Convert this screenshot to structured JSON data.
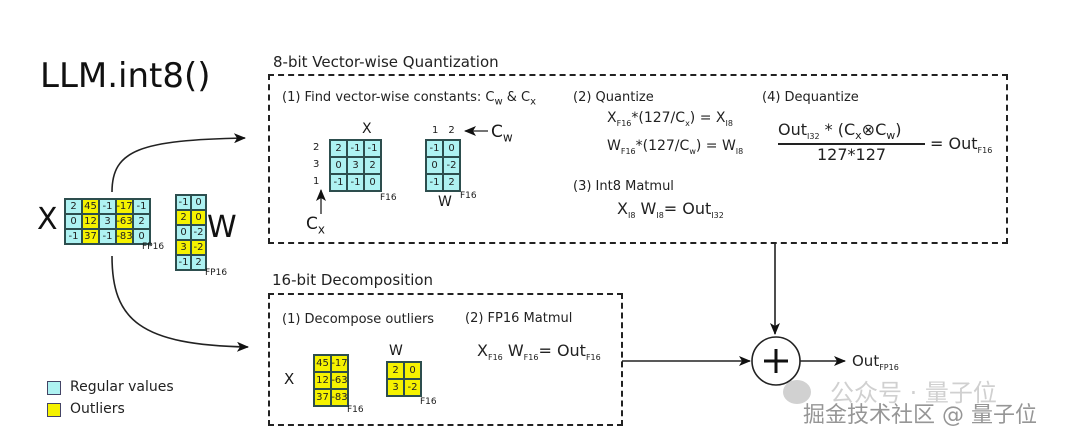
{
  "title": "LLM.int8()",
  "colors": {
    "regular": "#aef2f2",
    "outlier": "#f5f200",
    "line": "#222222"
  },
  "input": {
    "x_label": "X",
    "x_dtype": "FP16",
    "x_matrix": [
      [
        "2",
        "45",
        "-1",
        "-17",
        "-1"
      ],
      [
        "0",
        "12",
        "3",
        "-63",
        "2"
      ],
      [
        "-1",
        "37",
        "-1",
        "-83",
        "0"
      ]
    ],
    "x_outlier_cols": [
      1,
      3
    ],
    "w_label": "W",
    "w_dtype": "FP16",
    "w_matrix": [
      [
        "-1",
        "0"
      ],
      [
        "2",
        "0"
      ],
      [
        "0",
        "-2"
      ],
      [
        "3",
        "-2"
      ],
      [
        "-1",
        "2"
      ]
    ],
    "w_outlier_rows": [
      1,
      3
    ]
  },
  "vector_quant": {
    "section_title": "8-bit Vector-wise Quantization",
    "step1": {
      "label": "(1) Find vector-wise constants: C",
      "sub_w": "w",
      "amp": " & C",
      "sub_x": "x",
      "x_label": "X",
      "x_dtype": "F16",
      "x_matrix": [
        [
          "2",
          "-1",
          "-1"
        ],
        [
          "0",
          "3",
          "2"
        ],
        [
          "-1",
          "-1",
          "0"
        ]
      ],
      "cx_values": [
        "2",
        "3",
        "1"
      ],
      "cx_label": "C",
      "cx_sub": "x",
      "w_label": "W",
      "w_dtype": "F16",
      "w_matrix": [
        [
          "-1",
          "0"
        ],
        [
          "0",
          "-2"
        ],
        [
          "-1",
          "2"
        ]
      ],
      "cw_values": [
        "1",
        "2"
      ],
      "cw_label": "C",
      "cw_sub": "w"
    },
    "step2": {
      "label": "(2) Quantize",
      "eq1": {
        "a": "X",
        "a_sub": "F16",
        "mid": "*(127/C",
        "mid_sub": "x",
        "end": ") = X",
        "end_sub": "I8"
      },
      "eq2": {
        "a": "W",
        "a_sub": "F16",
        "mid": "*(127/C",
        "mid_sub": "w",
        "end": ") = W",
        "end_sub": "I8"
      }
    },
    "step3": {
      "label": "(3) Int8 Matmul",
      "eq": {
        "a": "X",
        "a_sub": "I8",
        "b": "W",
        "b_sub": "I8",
        "end": "= Out",
        "end_sub": "I32"
      }
    },
    "step4": {
      "label": "(4) Dequantize",
      "num": {
        "a": "Out",
        "a_sub": "I32",
        "mid": "* (C",
        "cx_sub": "x",
        "op": "⊗",
        "cw": "C",
        "cw_sub": "w",
        "close": ")"
      },
      "den": "127*127",
      "rhs": "= Out",
      "rhs_sub": "F16"
    }
  },
  "decomp": {
    "section_title": "16-bit Decomposition",
    "step1": {
      "label": "(1) Decompose outliers",
      "x_label": "X",
      "x_dtype": "F16",
      "x_matrix": [
        [
          "45",
          "-17"
        ],
        [
          "12",
          "-63"
        ],
        [
          "37",
          "-83"
        ]
      ],
      "w_label": "W",
      "w_dtype": "F16",
      "w_matrix": [
        [
          "2",
          "0"
        ],
        [
          "3",
          "-2"
        ]
      ]
    },
    "step2": {
      "label": "(2) FP16 Matmul",
      "eq": {
        "a": "X",
        "a_sub": "F16",
        "b": "W",
        "b_sub": "F16",
        "end": "= Out",
        "end_sub": "F16"
      }
    }
  },
  "output": {
    "op_symbol": "+",
    "label": "Out",
    "sub": "FP16"
  },
  "legend": [
    {
      "label": "Regular values",
      "kind": "regular"
    },
    {
      "label": "Outliers",
      "kind": "outlier"
    }
  ],
  "watermark": {
    "line1": "公众号 · 量子位",
    "line2": "掘金技术社区 @ 量子位"
  }
}
